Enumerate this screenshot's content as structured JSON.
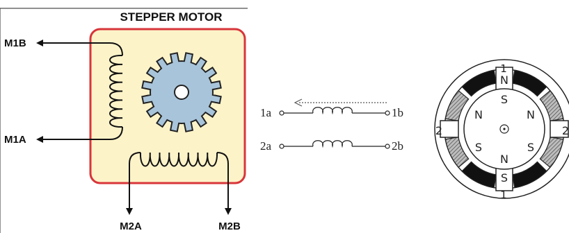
{
  "left_diagram": {
    "title": "STEPPER MOTOR",
    "labels": {
      "m1b": "M1B",
      "m1a": "M1A",
      "m2a": "M2A",
      "m2b": "M2B"
    },
    "colors": {
      "housing_fill": "#fdf3c9",
      "housing_border": "#d8353a",
      "gear_fill": "#a8c4da",
      "gear_stroke": "#222222"
    }
  },
  "schematic": {
    "coil1": {
      "left": "1a",
      "right": "1b"
    },
    "coil2": {
      "left": "2a",
      "right": "2b"
    }
  },
  "rotor_diagram": {
    "top_number": "1",
    "bottom_number": "1",
    "left_number": "2",
    "right_number": "2",
    "top_pole_outer": "N",
    "top_pole_inner": "S",
    "bottom_pole_inner": "N",
    "bottom_pole_outer": "S",
    "rotor_upper_left": "N",
    "rotor_upper_right": "N",
    "rotor_lower_left": "S",
    "rotor_lower_right": "S"
  }
}
